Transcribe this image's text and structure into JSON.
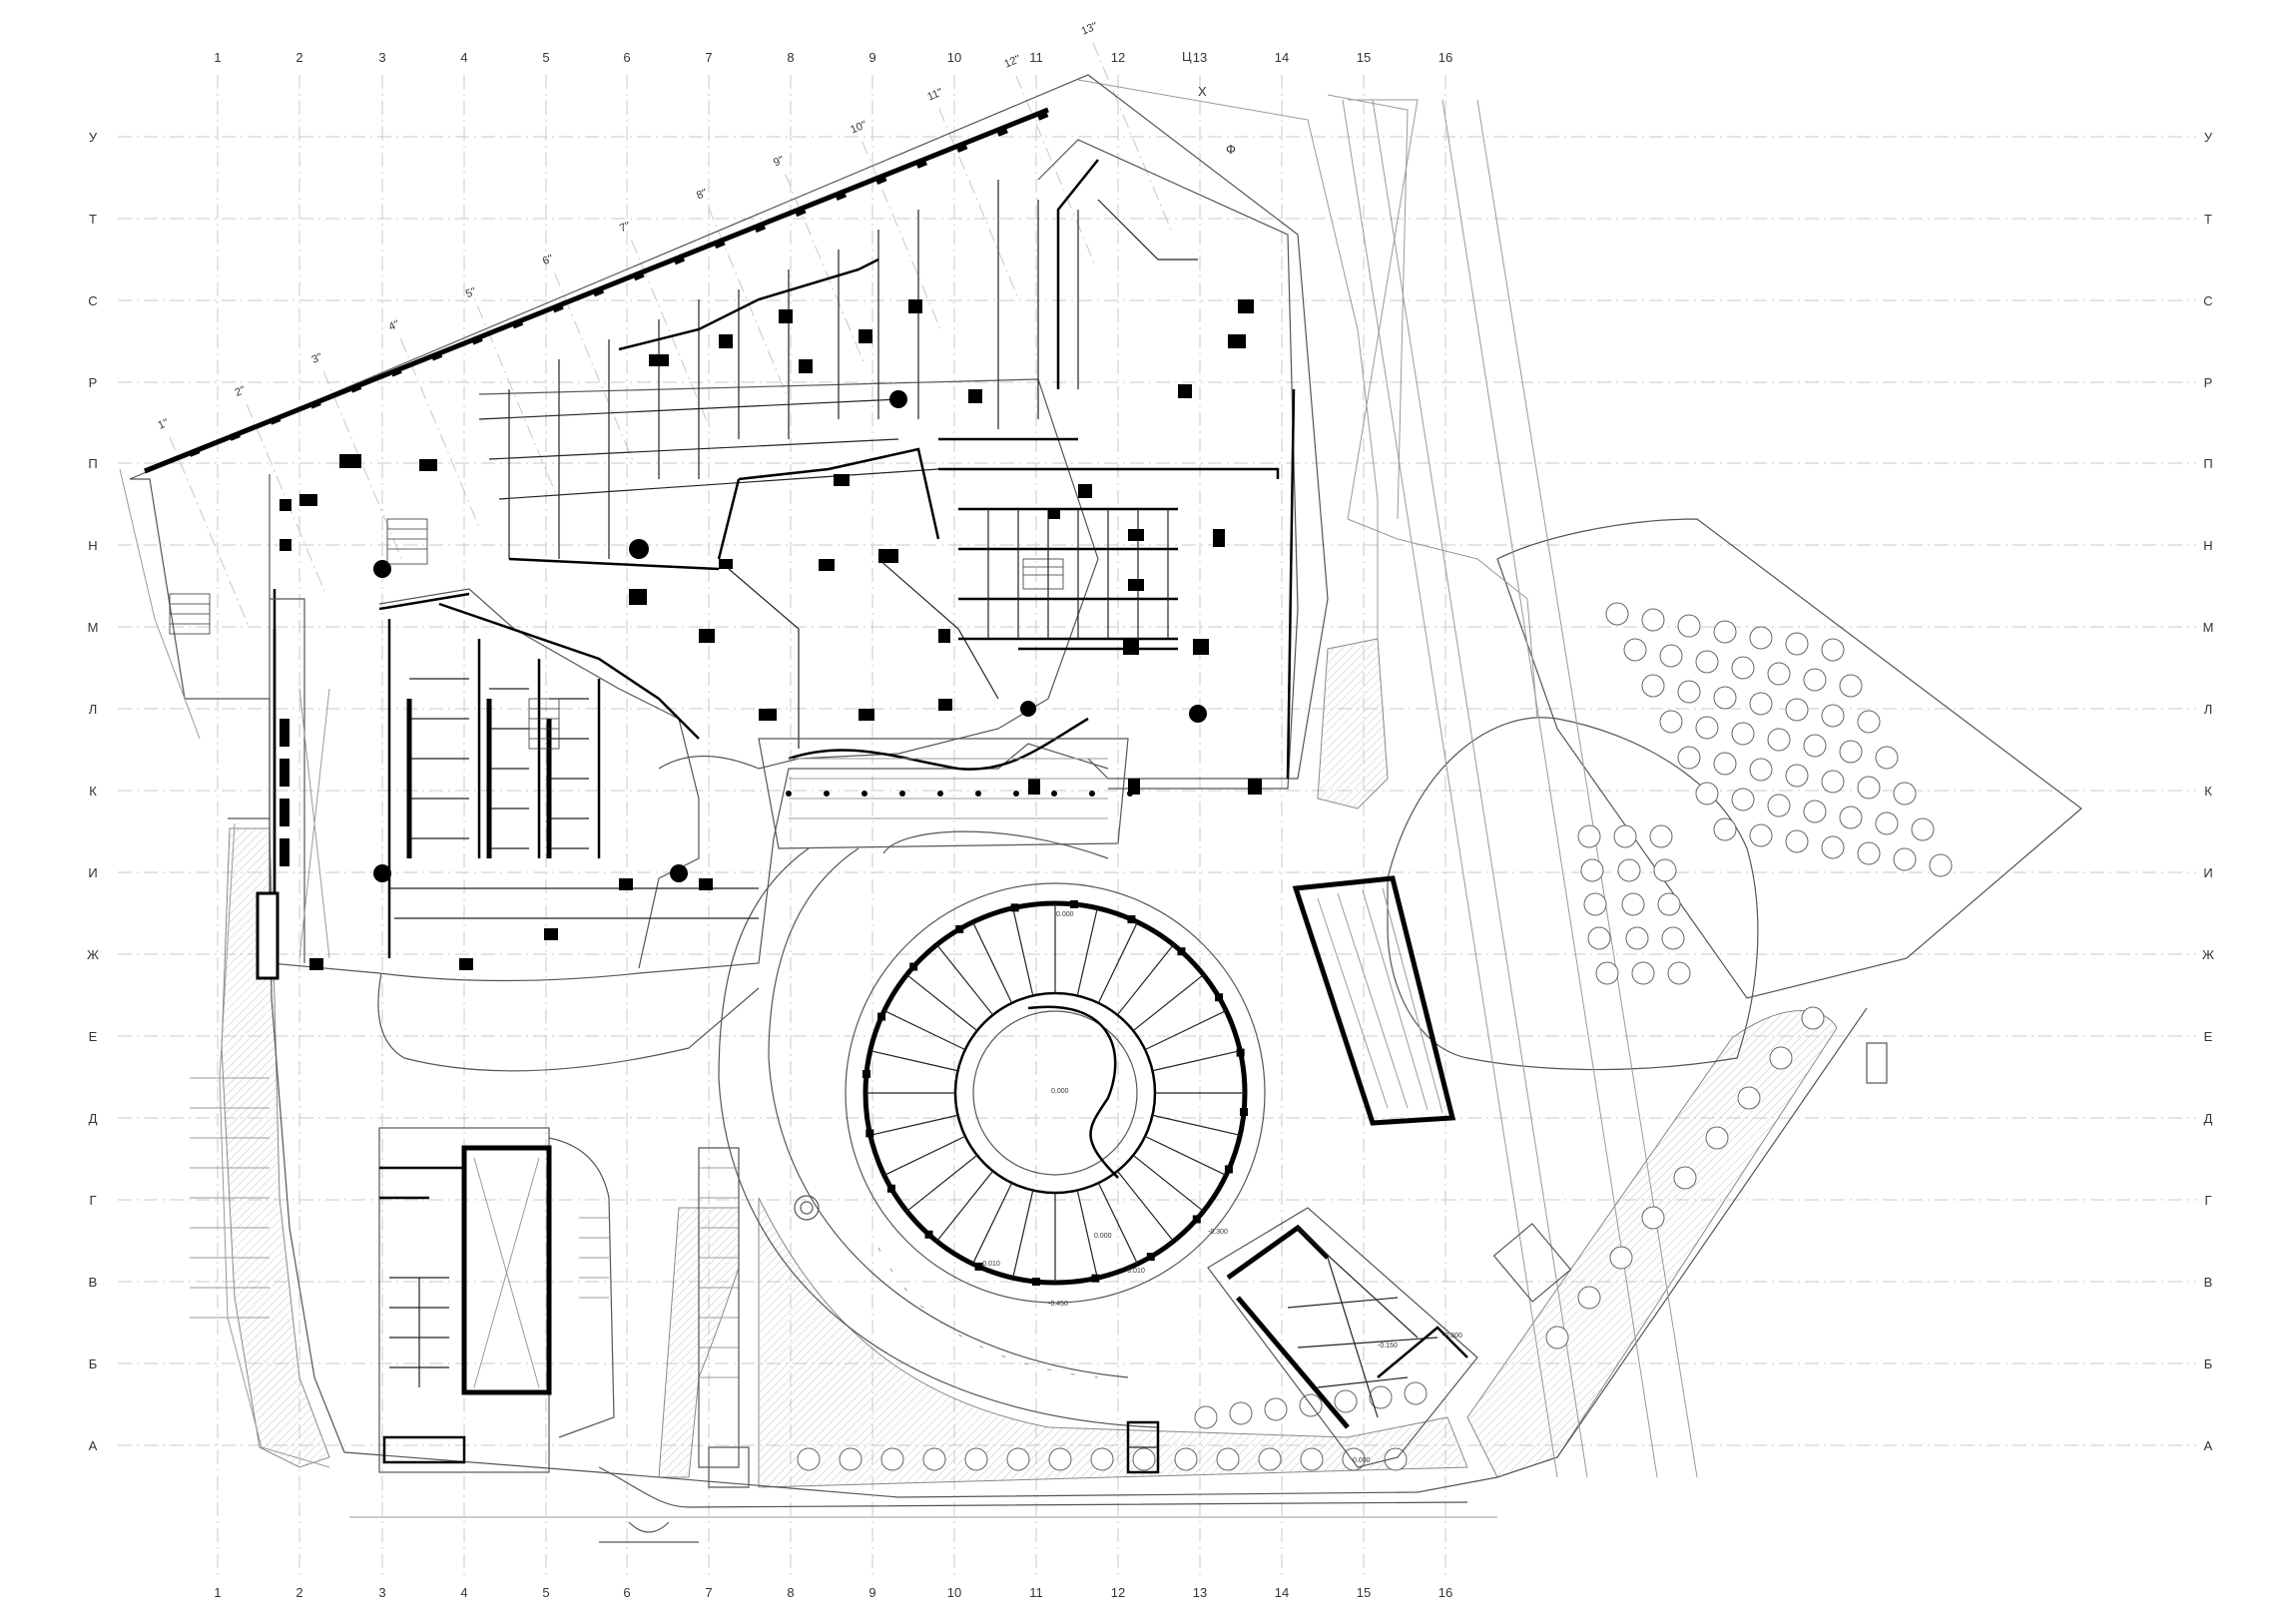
{
  "drawing": {
    "axis_columns": [
      "1",
      "2",
      "3",
      "4",
      "5",
      "6",
      "7",
      "8",
      "9",
      "10",
      "11",
      "12",
      "13",
      "14",
      "15",
      "16"
    ],
    "axis_rows": [
      "У",
      "Т",
      "С",
      "Р",
      "П",
      "Н",
      "М",
      "Л",
      "К",
      "И",
      "Ж",
      "Е",
      "Д",
      "Г",
      "В",
      "Б",
      "А"
    ],
    "extra_axis_labels": [
      "Ц",
      "Х",
      "Ф"
    ],
    "diagonal_axis_labels": [
      "1''",
      "2''",
      "3''",
      "4''",
      "5''",
      "6''",
      "7''",
      "8''",
      "9''",
      "10''",
      "11''",
      "12''",
      "13''"
    ],
    "level_marks": [
      {
        "id": "r1",
        "text": "0.000"
      },
      {
        "id": "r2",
        "text": "0.000"
      },
      {
        "id": "r3",
        "text": "0.000"
      },
      {
        "id": "r4",
        "text": "-0.010"
      },
      {
        "id": "r5",
        "text": "-0.010"
      },
      {
        "id": "r6",
        "text": "-0.450"
      },
      {
        "id": "r7",
        "text": "-0.300"
      },
      {
        "id": "r8",
        "text": "-0.150"
      },
      {
        "id": "r9",
        "text": "-0.300"
      },
      {
        "id": "r10",
        "text": "0.000"
      }
    ]
  }
}
